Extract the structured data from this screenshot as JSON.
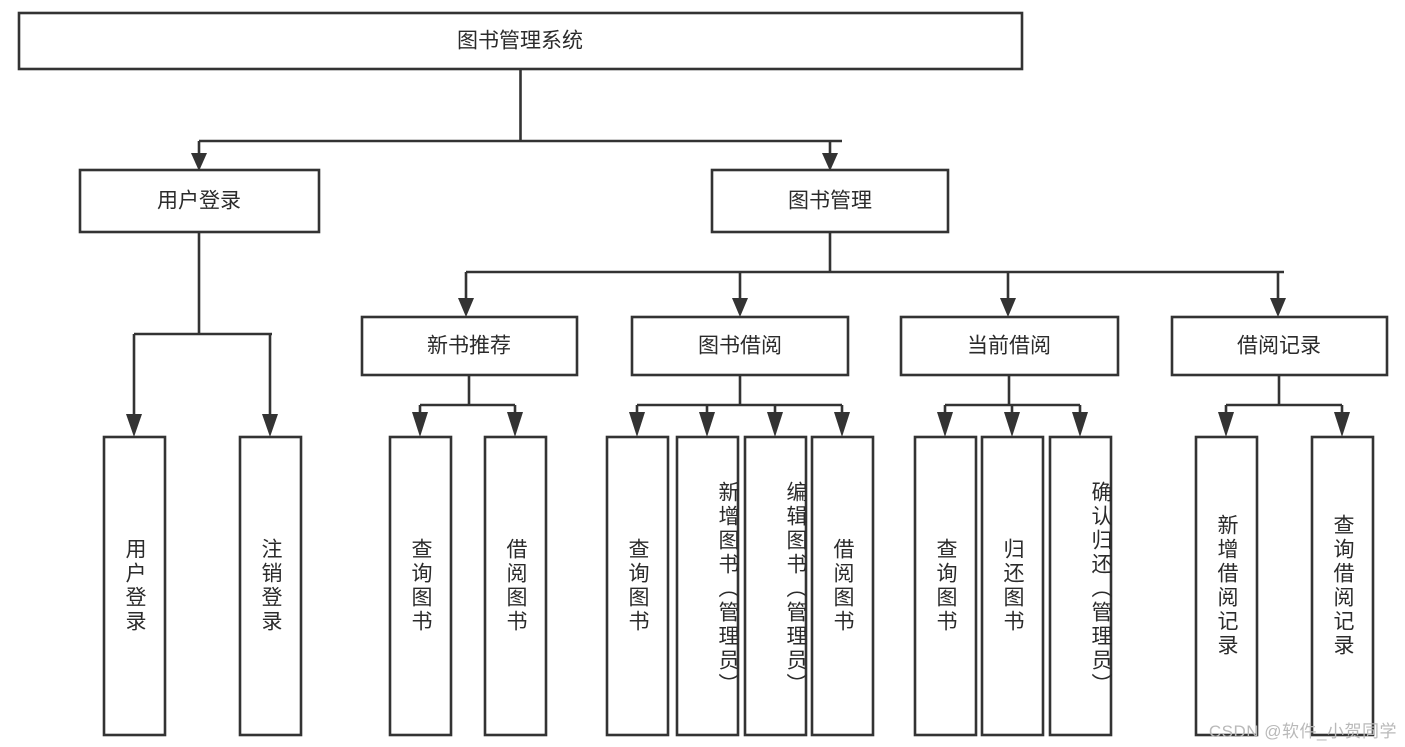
{
  "diagram": {
    "title_node": {
      "label": "图书管理系统"
    },
    "level2": [
      {
        "id": "user-login",
        "label": "用户登录"
      },
      {
        "id": "book-management",
        "label": "图书管理"
      }
    ],
    "level3": [
      {
        "id": "new-book-recommend",
        "label": "新书推荐"
      },
      {
        "id": "book-borrow",
        "label": "图书借阅"
      },
      {
        "id": "current-borrow",
        "label": "当前借阅"
      },
      {
        "id": "borrow-record",
        "label": "借阅记录"
      }
    ],
    "leaves": {
      "user_login": [
        {
          "id": "leaf-user-login",
          "label": "用户登录"
        },
        {
          "id": "leaf-logout-login",
          "label": "注销登录"
        }
      ],
      "new_book_recommend": [
        {
          "id": "leaf-query-book-1",
          "label": "查询图书"
        },
        {
          "id": "leaf-borrow-book-1",
          "label": "借阅图书"
        }
      ],
      "book_borrow": [
        {
          "id": "leaf-query-book-2",
          "label": "查询图书"
        },
        {
          "id": "leaf-add-book",
          "label": "新增图书（管理员）"
        },
        {
          "id": "leaf-edit-book",
          "label": "编辑图书（管理员）"
        },
        {
          "id": "leaf-borrow-book-2",
          "label": "借阅图书"
        }
      ],
      "current_borrow": [
        {
          "id": "leaf-query-book-3",
          "label": "查询图书"
        },
        {
          "id": "leaf-return-book",
          "label": "归还图书"
        },
        {
          "id": "leaf-confirm-return",
          "label": "确认归还（管理员）"
        }
      ],
      "borrow_record": [
        {
          "id": "leaf-add-borrow-record",
          "label": "新增借阅记录"
        },
        {
          "id": "leaf-query-borrow-record",
          "label": "查询借阅记录"
        }
      ]
    }
  },
  "watermark": {
    "text": "CSDN @软件_小贺同学"
  },
  "colors": {
    "stroke": "#333333",
    "node_fill": "#ffffff",
    "text": "#2b2b2b",
    "watermark": "#b9b9b9",
    "background": "#ffffff"
  }
}
